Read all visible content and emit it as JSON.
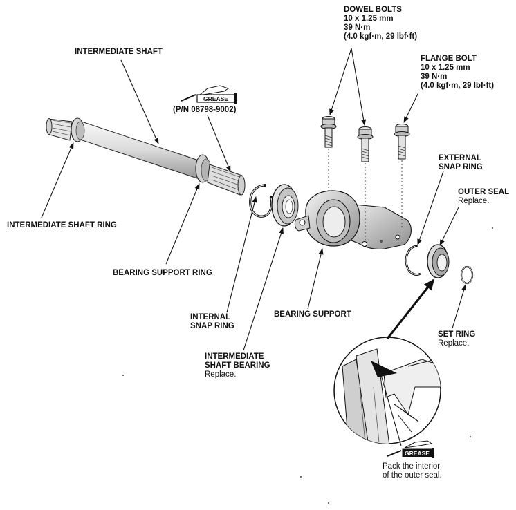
{
  "labels": {
    "dowel_bolts": {
      "title": "DOWEL BOLTS",
      "l1": "10 x 1.25 mm",
      "l2": "39 N·m",
      "l3": "(4.0 kgf·m, 29 lbf·ft)"
    },
    "flange_bolt": {
      "title": "FLANGE BOLT",
      "l1": "10 x 1.25 mm",
      "l2": "39 N·m",
      "l3": "(4.0 kgf·m, 29 lbf·ft)"
    },
    "intermediate_shaft": "INTERMEDIATE SHAFT",
    "grease_top": {
      "tag": "GREASE",
      "part_number": "(P/N 08798-9002)"
    },
    "external_snap_ring": {
      "l1": "EXTERNAL",
      "l2": "SNAP RING"
    },
    "outer_seal": {
      "title": "OUTER SEAL",
      "note": "Replace."
    },
    "intermediate_shaft_ring": "INTERMEDIATE SHAFT RING",
    "bearing_support_ring": "BEARING SUPPORT RING",
    "internal_snap_ring": {
      "l1": "INTERNAL",
      "l2": "SNAP RING"
    },
    "bearing_support": "BEARING SUPPORT",
    "intermediate_shaft_bearing": {
      "l1": "INTERMEDIATE",
      "l2": "SHAFT BEARING",
      "note": "Replace."
    },
    "set_ring": {
      "title": "SET RING",
      "note": "Replace."
    },
    "grease_bottom": {
      "tag": "GREASE",
      "l1": "Pack the interior",
      "l2": "of the outer seal."
    }
  }
}
